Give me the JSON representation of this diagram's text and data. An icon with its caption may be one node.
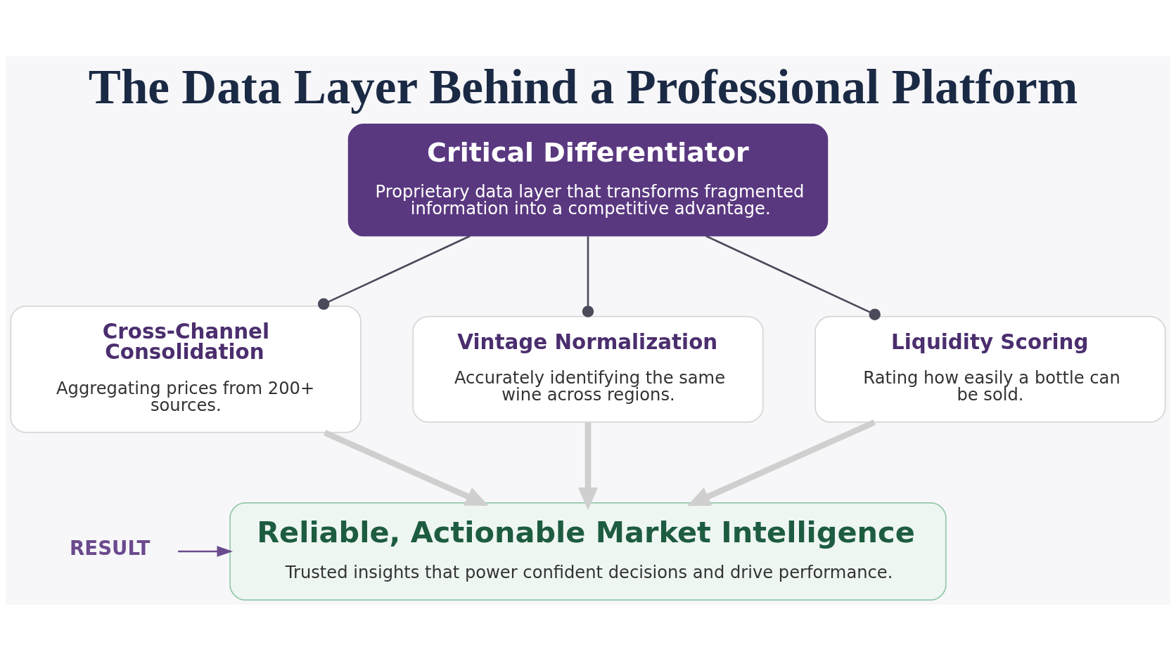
{
  "diagram": {
    "title": "The Data Layer Behind a Professional Platform",
    "nodes": [
      {
        "text": [
          "Critical Differentiator",
          "Proprietary data layer that transforms fragmented information into a competitive advantage."
        ]
      },
      {
        "text": [
          "Cross-Channel Consolidation",
          "Aggregating prices from 200+ sources."
        ]
      },
      {
        "text": [
          "Vintage Normalization",
          "Accurately identifying the same wine across regions."
        ]
      },
      {
        "text": [
          "Liquidity Scoring",
          "Rating how easily a bottle can be sold."
        ]
      },
      {
        "text": [
          "Reliable, Actionable Market Intelligence",
          "Trusted insights that power confident decisions and drive performance."
        ]
      },
      {
        "text": [
          "RESULT"
        ]
      }
    ],
    "edges": [
      {
        "from": 0,
        "to": 1,
        "arrow": "other"
      },
      {
        "from": 0,
        "to": 2,
        "arrow": "other"
      },
      {
        "from": 0,
        "to": 3,
        "arrow": "other"
      },
      {
        "from": 1,
        "to": 4,
        "arrow": "to",
        "style": "thick",
        "color": "#cfcfcf"
      },
      {
        "from": 2,
        "to": 4,
        "arrow": "to",
        "style": "thick",
        "color": "#cfcfcf"
      },
      {
        "from": 3,
        "to": 4,
        "arrow": "to",
        "style": "thick",
        "color": "#cfcfcf"
      },
      {
        "from": 5,
        "to": 4,
        "arrow": "to",
        "color": "#6b4a8e"
      }
    ]
  }
}
